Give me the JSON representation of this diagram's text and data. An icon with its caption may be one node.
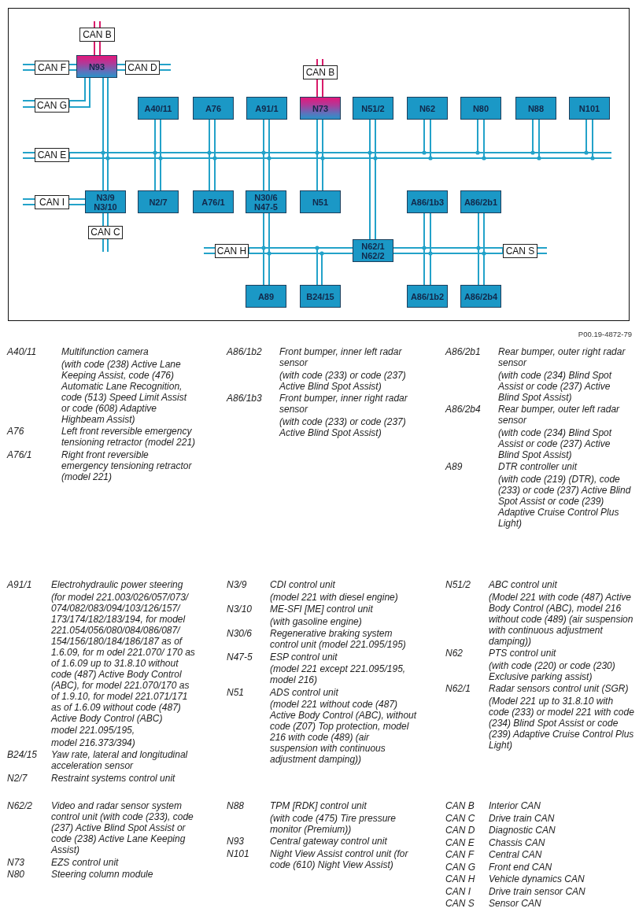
{
  "diagram": {
    "nodes": [
      {
        "text": [
          "CAN B"
        ]
      },
      {
        "text": [
          "CAN F"
        ]
      },
      {
        "text": [
          "N93"
        ]
      },
      {
        "text": [
          "CAN D"
        ]
      },
      {
        "text": [
          "CAN B"
        ]
      },
      {
        "text": [
          "CAN G"
        ]
      },
      {
        "text": [
          "A40/11"
        ]
      },
      {
        "text": [
          "A76"
        ]
      },
      {
        "text": [
          "A91/1"
        ]
      },
      {
        "text": [
          "N73"
        ]
      },
      {
        "text": [
          "N51/2"
        ]
      },
      {
        "text": [
          "N62"
        ]
      },
      {
        "text": [
          "N80"
        ]
      },
      {
        "text": [
          "N88"
        ]
      },
      {
        "text": [
          "N101"
        ]
      },
      {
        "text": [
          "CAN E"
        ]
      },
      {
        "text": [
          "CAN I"
        ]
      },
      {
        "text": [
          "N3/9",
          "N3/10"
        ]
      },
      {
        "text": [
          "N2/7"
        ]
      },
      {
        "text": [
          "A76/1"
        ]
      },
      {
        "text": [
          "N30/6",
          "N47-5"
        ]
      },
      {
        "text": [
          "N51"
        ]
      },
      {
        "text": [
          "A86/1b3"
        ]
      },
      {
        "text": [
          "A86/2b1"
        ]
      },
      {
        "text": [
          "CAN C"
        ]
      },
      {
        "text": [
          "CAN H"
        ]
      },
      {
        "text": [
          "N62/1",
          "N62/2"
        ]
      },
      {
        "text": [
          "CAN S"
        ]
      },
      {
        "text": [
          "A89"
        ]
      },
      {
        "text": [
          "B24/15"
        ]
      },
      {
        "text": [
          "A86/1b2"
        ]
      },
      {
        "text": [
          "A86/2b4"
        ]
      }
    ],
    "edges": [
      {
        "from": 2,
        "to": 0,
        "arrow": "none",
        "color": "#d81b6a"
      },
      {
        "from": 0,
        "to": null,
        "arrow": "none",
        "color": "#d81b6a"
      },
      {
        "from": 2,
        "to": 1,
        "arrow": "none"
      },
      {
        "from": 1,
        "to": null,
        "arrow": "none"
      },
      {
        "from": 2,
        "to": 3,
        "arrow": "none"
      },
      {
        "from": 3,
        "to": null,
        "arrow": "none"
      },
      {
        "from": 9,
        "to": 4,
        "arrow": "none",
        "color": "#d81b6a"
      },
      {
        "from": 4,
        "to": null,
        "arrow": "none",
        "color": "#d81b6a"
      },
      {
        "from": 2,
        "to": 5,
        "arrow": "none"
      },
      {
        "from": 5,
        "to": null,
        "arrow": "none"
      },
      {
        "from": 2,
        "to": 15,
        "arrow": "none"
      },
      {
        "from": 6,
        "to": 15,
        "arrow": "none"
      },
      {
        "from": 7,
        "to": 15,
        "arrow": "none"
      },
      {
        "from": 8,
        "to": 15,
        "arrow": "none"
      },
      {
        "from": 9,
        "to": 15,
        "arrow": "none"
      },
      {
        "from": 10,
        "to": 15,
        "arrow": "none"
      },
      {
        "from": 11,
        "to": 15,
        "arrow": "none"
      },
      {
        "from": 12,
        "to": 15,
        "arrow": "none"
      },
      {
        "from": 13,
        "to": 15,
        "arrow": "none"
      },
      {
        "from": 14,
        "to": 15,
        "arrow": "none"
      },
      {
        "from": 15,
        "to": null,
        "arrow": "none"
      },
      {
        "from": 15,
        "to": null,
        "arrow": "none"
      },
      {
        "from": 17,
        "to": 15,
        "arrow": "none"
      },
      {
        "from": 18,
        "to": 15,
        "arrow": "none"
      },
      {
        "from": 19,
        "to": 15,
        "arrow": "none"
      },
      {
        "from": 20,
        "to": 15,
        "arrow": "none"
      },
      {
        "from": 21,
        "to": 15,
        "arrow": "none"
      },
      {
        "from": 26,
        "to": 15,
        "arrow": "none"
      },
      {
        "from": 17,
        "to": 16,
        "arrow": "none"
      },
      {
        "from": 16,
        "to": null,
        "arrow": "none"
      },
      {
        "from": 17,
        "to": 24,
        "arrow": "none"
      },
      {
        "from": 24,
        "to": null,
        "arrow": "none"
      },
      {
        "from": 20,
        "to": 25,
        "arrow": "none"
      },
      {
        "from": 26,
        "to": 25,
        "arrow": "none"
      },
      {
        "from": 28,
        "to": 25,
        "arrow": "none"
      },
      {
        "from": 29,
        "to": 25,
        "arrow": "none"
      },
      {
        "from": 25,
        "to": null,
        "arrow": "none"
      },
      {
        "from": 26,
        "to": 27,
        "arrow": "none"
      },
      {
        "from": 22,
        "to": 27,
        "arrow": "none"
      },
      {
        "from": 23,
        "to": 27,
        "arrow": "none"
      },
      {
        "from": 30,
        "to": 27,
        "arrow": "none"
      },
      {
        "from": 31,
        "to": 27,
        "arrow": "none"
      },
      {
        "from": 27,
        "to": null,
        "arrow": "none"
      }
    ],
    "labels": [
      "P00.19-4872-79",
      "A40/11",
      "Multifunction camera",
      "(with code (238) Active Lane Keeping Assist, code (476) Automatic Lane Recognition, code (513) Speed Limit Assist or code (608) Adaptive Highbeam Assist)",
      "A76",
      "Left front reversible emergency tensioning retractor (model 221)",
      "A76/1",
      "Right front reversible emergency tensioning retractor (model 221)",
      "A86/1b2",
      "Front bumper, inner left radar sensor",
      "(with code (233) or code (237) Active Blind Spot Assist)",
      "A86/1b3",
      "Front bumper, inner right radar sensor",
      "(with code (233) or code (237) Active Blind Spot Assist)",
      "A86/2b1",
      "Rear bumper, outer right radar sensor",
      "(with code (234) Blind Spot Assist or code (237) Active Blind Spot Assist)",
      "A86/2b4",
      "Rear bumper, outer left radar sensor",
      "(with code (234) Blind Spot Assist or code (237) Active Blind Spot Assist)",
      "A89",
      "DTR controller unit",
      "(with code (219) (DTR), code (233) or code (237) Active Blind Spot Assist or code (239) Adaptive Cruise Control Plus Light)",
      "A91/1",
      "Electrohydraulic power steering",
      "(for model 221.003/026/057/073/074/082/083/094/103/126/157/173/174/182/183/194, for model 221.054/056/080/084/086/087/154/156/180/184/186/187 as of 1.6.09, for m odel 221.070/ 170 as of 1.6.09 up to 31.8.10 without code (487) Active Body Control (ABC), for model 221.070/170 as of 1.9.10, for model 221.071/171 as of 1.6.09 without code (487) Active Body Control (ABC)",
      "model 221.095/195,",
      "model 216.373/394)",
      "B24/15",
      "Yaw rate, lateral and longitudinal acceleration sensor",
      "N2/7",
      "Restraint systems control unit",
      "N3/9",
      "CDI control unit",
      "(model 221 with diesel engine)",
      "N3/10",
      "ME-SFI [ME] control unit",
      "(with gasoline engine)",
      "N30/6",
      "Regenerative braking system control unit (model 221.095/195)",
      "N47-5",
      "ESP control unit",
      "(model 221 except 221.095/195, model 216)",
      "N51",
      "ADS control unit",
      "(model 221 without code (487) Active Body Control (ABC), without code (Z07) Top protection, model 216 with code (489) (air suspension with continuous adjustment damping))",
      "N51/2",
      "ABC control unit",
      "(Model 221 with code (487) Active Body Control (ABC), model 216 without code (489) (air suspension with continuous adjustment damping))",
      "N62",
      "PTS control unit",
      "(with code (220) or code (230) Exclusive parking assist)",
      "N62/1",
      "Radar sensors control unit (SGR)",
      "(Model 221 up to 31.8.10 with code (233) or model 221 with code (234) Blind Spot Assist or code (239) Adaptive Cruise Control Plus Light)",
      "N62/2",
      "Video and radar sensor system control unit (with code (233), code (237) Active Blind Spot Assist or code (238) Active Lane Keeping Assist)",
      "N73",
      "EZS control unit",
      "N80",
      "Steering column module",
      "N88",
      "TPM [RDK] control unit",
      "(with code (475) Tire pressure monitor (Premium))",
      "N93",
      "Central gateway control unit",
      "N101",
      "Night View Assist control unit (for code (610) Night View Assist)",
      "CAN B",
      "Interior CAN",
      "CAN C",
      "Drive train CAN",
      "CAN D",
      "Diagnostic CAN",
      "CAN E",
      "Chassis CAN",
      "CAN F",
      "Central CAN",
      "CAN G",
      "Front end CAN",
      "CAN H",
      "Vehicle dynamics CAN",
      "CAN I",
      "Drive train sensor CAN",
      "CAN S",
      "Sensor CAN"
    ]
  }
}
